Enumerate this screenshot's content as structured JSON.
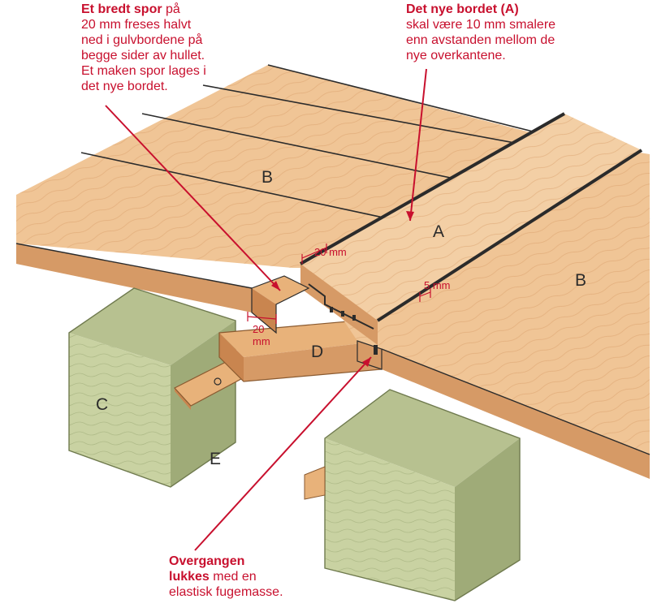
{
  "callouts": {
    "spor": {
      "bold": "Et bredt spor",
      "lines": [
        "på",
        "20 mm freses halvt",
        "ned i gulvbordene på",
        "begge sider av hullet.",
        "Et maken spor lages i",
        "det nye bordet."
      ]
    },
    "bordet": {
      "bold": "Det nye bordet (A)",
      "lines": [
        "skal være 10 mm smalere",
        "enn avstanden mellom de",
        "nye overkantene."
      ]
    },
    "overgangen": {
      "bold1": "Overgangen",
      "bold2": "lukkes",
      "rest2": "med en",
      "line3": "elastisk fugemasse."
    }
  },
  "labels": {
    "A": "A",
    "B1": "B",
    "B2": "B",
    "C": "C",
    "D": "D",
    "E": "E"
  },
  "dimensions": {
    "top": "20 mm",
    "right": "5 mm",
    "left_a": "20",
    "left_b": "mm"
  },
  "colors": {
    "red": "#c8102e",
    "plank": "#f0c596",
    "plank_dark": "#d69a66",
    "plank_edge": "#c9854f",
    "joist": "#c9d2a2",
    "joist_side": "#b7c190",
    "joist_dark": "#9fab78",
    "groove": "#3a3a3a",
    "ink": "#2b2b2b"
  }
}
